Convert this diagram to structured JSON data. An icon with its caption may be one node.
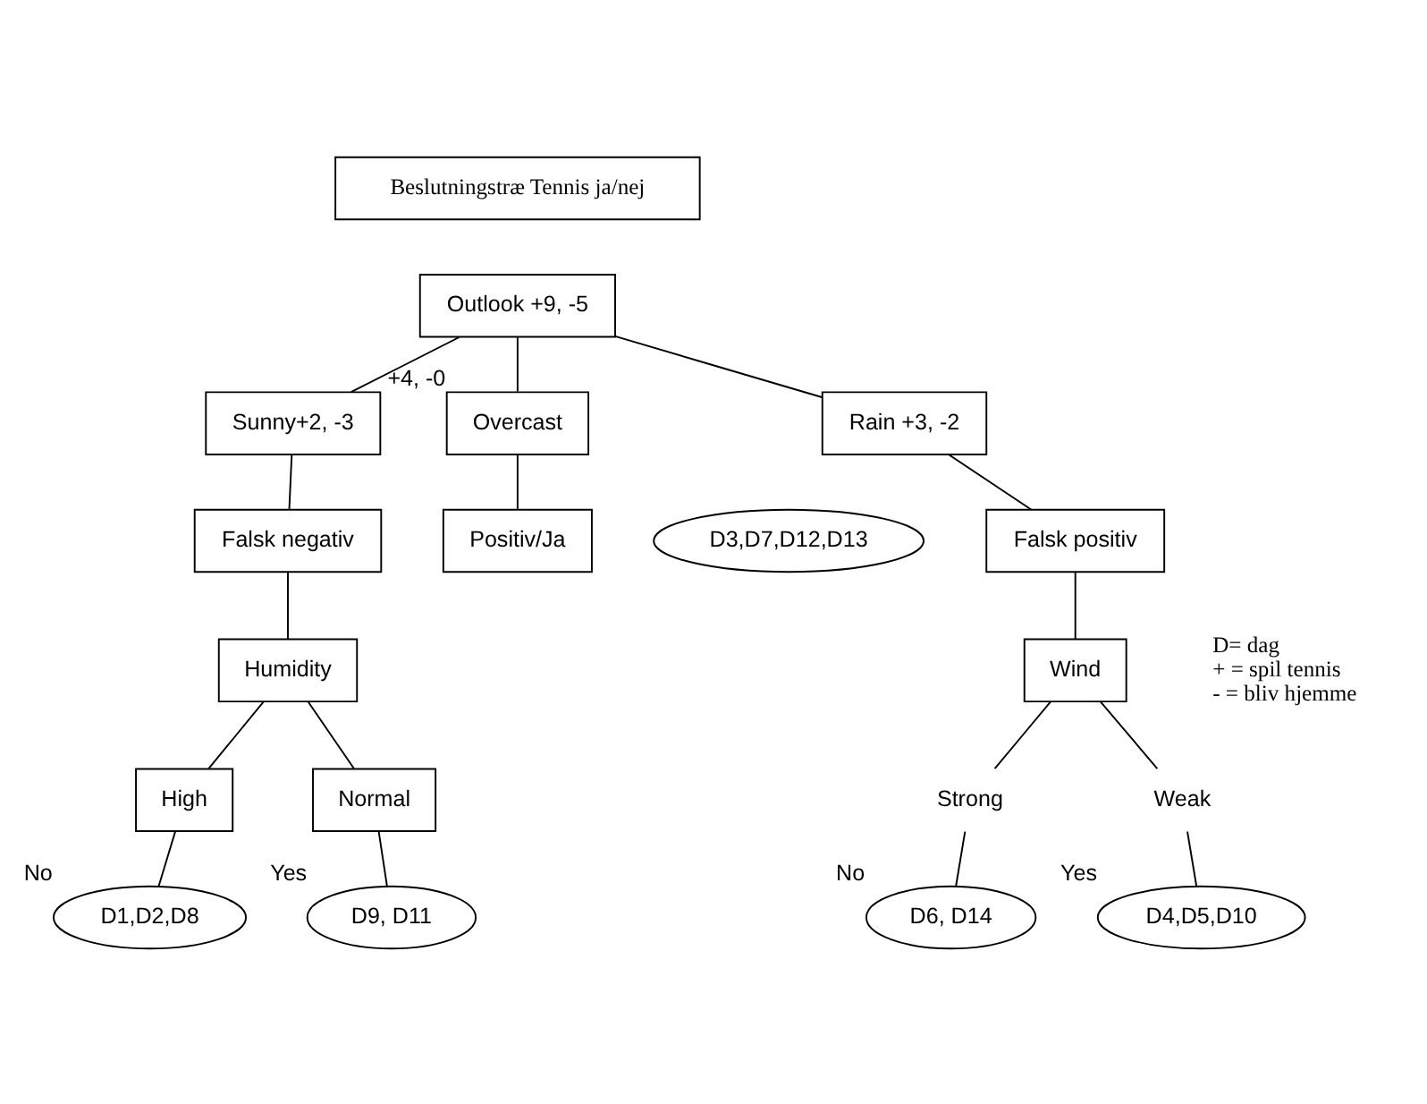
{
  "diagram": {
    "nodes": [
      {
        "text": [
          "Beslutningstræ Tennis ja/nej"
        ]
      },
      {
        "text": [
          "Outlook +9, -5"
        ]
      },
      {
        "text": [
          "Sunny+2, -3"
        ]
      },
      {
        "text": [
          "Overcast"
        ],
        "beside": [
          "+4, -0"
        ]
      },
      {
        "text": [
          "Rain +3, -2"
        ]
      },
      {
        "text": [
          "Falsk negativ"
        ]
      },
      {
        "text": [
          "Positiv/Ja"
        ]
      },
      {
        "text": [
          "D3,D7,D12,D13"
        ]
      },
      {
        "text": [
          "Falsk positiv"
        ]
      },
      {
        "text": [
          "Humidity"
        ]
      },
      {
        "text": [
          "High"
        ]
      },
      {
        "text": [
          "Normal"
        ]
      },
      {
        "text": [
          "Wind"
        ]
      },
      {
        "text": [
          "Strong"
        ]
      },
      {
        "text": [
          "Weak"
        ]
      },
      {
        "text": [
          "D1,D2,D8"
        ],
        "beside": [
          "No"
        ]
      },
      {
        "text": [
          "D9, D11"
        ],
        "beside": [
          "Yes"
        ]
      },
      {
        "text": [
          "D6, D14"
        ],
        "beside": [
          "No"
        ]
      },
      {
        "text": [
          "D4,D5,D10"
        ],
        "beside": [
          "Yes"
        ]
      }
    ],
    "edges": [
      {
        "from": 1,
        "to": 2,
        "arrow": "none"
      },
      {
        "from": 1,
        "to": 3,
        "arrow": "none"
      },
      {
        "from": 1,
        "to": 4,
        "arrow": "none"
      },
      {
        "from": 2,
        "to": 5,
        "arrow": "none"
      },
      {
        "from": 3,
        "to": 6,
        "arrow": "none"
      },
      {
        "from": 4,
        "to": 8,
        "arrow": "none"
      },
      {
        "from": 5,
        "to": 9,
        "arrow": "none"
      },
      {
        "from": 8,
        "to": 12,
        "arrow": "none"
      },
      {
        "from": 9,
        "to": 10,
        "arrow": "none"
      },
      {
        "from": 9,
        "to": 11,
        "arrow": "none"
      },
      {
        "from": 10,
        "to": 15,
        "arrow": "none"
      },
      {
        "from": 11,
        "to": 16,
        "arrow": "none"
      },
      {
        "from": 12,
        "to": 13,
        "arrow": "none"
      },
      {
        "from": 12,
        "to": 14,
        "arrow": "none"
      },
      {
        "from": 13,
        "to": 17,
        "arrow": "none"
      },
      {
        "from": 14,
        "to": 18,
        "arrow": "none"
      }
    ],
    "labels": [
      "D= dag",
      "+ = spil tennis",
      "- = bliv hjemme"
    ]
  }
}
